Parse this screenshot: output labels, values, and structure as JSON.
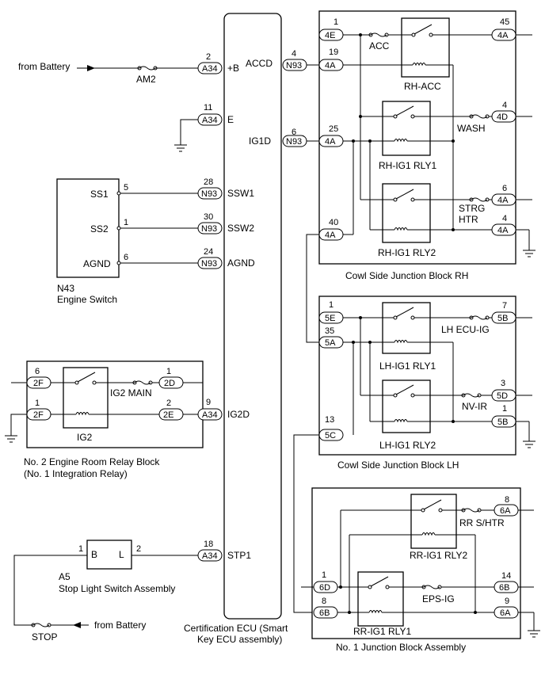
{
  "ecu": {
    "label_line1": "Certification ECU (Smart",
    "label_line2": "Key ECU assembly)",
    "pins": [
      {
        "num": "2",
        "conn": "A34",
        "name": "+B"
      },
      {
        "num": "11",
        "conn": "A34",
        "name": "E"
      },
      {
        "num": "28",
        "conn": "N93",
        "name": "SSW1"
      },
      {
        "num": "30",
        "conn": "N93",
        "name": "SSW2"
      },
      {
        "num": "24",
        "conn": "N93",
        "name": "AGND"
      },
      {
        "num": "9",
        "conn": "A34",
        "name": "IG2D"
      },
      {
        "num": "18",
        "conn": "A34",
        "name": "STP1"
      },
      {
        "num": "4",
        "conn": "N93",
        "name": "ACCD"
      },
      {
        "num": "6",
        "conn": "N93",
        "name": "IG1D"
      }
    ]
  },
  "battery": {
    "label": "from Battery",
    "fuse": "AM2"
  },
  "engine_switch": {
    "code": "N43",
    "name": "Engine Switch",
    "pins": [
      {
        "name": "SS1",
        "num": "5"
      },
      {
        "name": "SS2",
        "num": "1"
      },
      {
        "name": "AGND",
        "num": "6"
      }
    ]
  },
  "relay_block2": {
    "name_line1": "No. 2 Engine Room Relay Block",
    "name_line2": "(No. 1 Integration Relay)",
    "relay": "IG2",
    "fuse": "IG2 MAIN",
    "conns": [
      {
        "num": "6",
        "conn": "2F"
      },
      {
        "num": "1",
        "conn": "2D"
      },
      {
        "num": "1",
        "conn": "2F"
      },
      {
        "num": "2",
        "conn": "2E"
      }
    ]
  },
  "stop_switch": {
    "code": "A5",
    "name": "Stop Light Switch Assembly",
    "term_b": "B",
    "term_l": "L",
    "pin_b": "1",
    "pin_l": "2",
    "fuse": "STOP",
    "battery_label": "from Battery"
  },
  "jb_rh": {
    "name": "Cowl Side Junction Block RH",
    "relay1": "RH-ACC",
    "relay2": "RH-IG1 RLY1",
    "relay3": "RH-IG1 RLY2",
    "fuse_acc": "ACC",
    "fuse_wash": "WASH",
    "fuse_strg_1": "STRG",
    "fuse_strg_2": "HTR",
    "conns": [
      {
        "num": "1",
        "conn": "4E"
      },
      {
        "num": "19",
        "conn": "4A"
      },
      {
        "num": "25",
        "conn": "4A"
      },
      {
        "num": "40",
        "conn": "4A"
      },
      {
        "num": "45",
        "conn": "4A"
      },
      {
        "num": "4",
        "conn": "4D"
      },
      {
        "num": "6",
        "conn": "4A"
      },
      {
        "num": "4",
        "conn": "4A"
      }
    ]
  },
  "jb_lh": {
    "name": "Cowl Side Junction Block LH",
    "relay1": "LH-IG1 RLY1",
    "relay2": "LH-IG1 RLY2",
    "fuse_ecu": "LH ECU-IG",
    "fuse_nv": "NV-IR",
    "conns": [
      {
        "num": "1",
        "conn": "5E"
      },
      {
        "num": "35",
        "conn": "5A"
      },
      {
        "num": "13",
        "conn": "5C"
      },
      {
        "num": "7",
        "conn": "5B"
      },
      {
        "num": "3",
        "conn": "5D"
      },
      {
        "num": "1",
        "conn": "5B"
      }
    ]
  },
  "jb1": {
    "name": "No. 1 Junction Block Assembly",
    "relay1": "RR-IG1 RLY2",
    "relay2": "RR-IG1 RLY1",
    "fuse_rr": "RR S/HTR",
    "fuse_eps": "EPS-IG",
    "conns": [
      {
        "num": "1",
        "conn": "6D"
      },
      {
        "num": "8",
        "conn": "6B"
      },
      {
        "num": "8",
        "conn": "6A"
      },
      {
        "num": "14",
        "conn": "6B"
      },
      {
        "num": "9",
        "conn": "6A"
      }
    ]
  }
}
